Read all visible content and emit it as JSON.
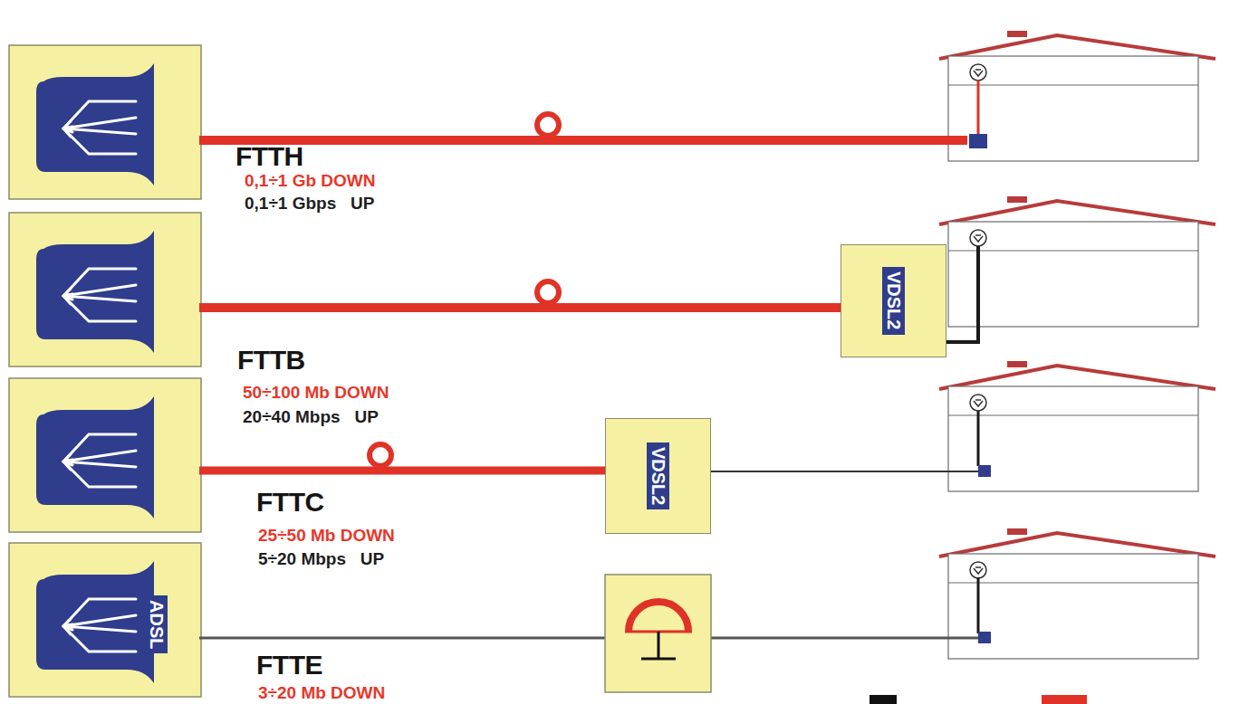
{
  "diagram": {
    "nodes": [
      {
        "text": [
          "VDSL2"
        ]
      },
      {
        "text": [
          "VDSL2"
        ]
      },
      {
        "text": [
          "ADSL"
        ]
      }
    ],
    "edges": [],
    "labels": [
      "FTTH",
      "0,1÷1 Gb DOWN",
      "0,1÷1 Gbps   UP",
      "FTTB",
      "50÷100 Mb DOWN",
      "20÷40 Mbps   UP",
      "FTTC",
      "25÷50 Mb DOWN",
      "5÷20 Mbps   UP",
      "FTTE",
      "3÷20 Mb DOWN"
    ]
  }
}
